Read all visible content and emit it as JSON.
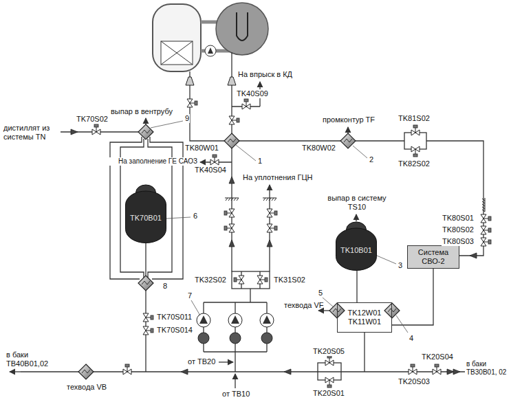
{
  "diagram": {
    "nodes": [
      {
        "text": [
          "TK70B01"
        ]
      },
      {
        "text": [
          "TK10B01"
        ]
      },
      {
        "text": [
          "Система СВО-2"
        ]
      },
      {
        "text": [
          "TK12W01",
          "TK11W01"
        ]
      }
    ],
    "edges": [
      {
        "from": 1,
        "to": 3,
        "arrow": "none"
      },
      {
        "from": 2,
        "to": 3,
        "arrow": "none"
      }
    ],
    "labels": [
      "На впрыск в КД",
      "TK40S09",
      "выпар в вентрубу",
      "TK70S02",
      "дистиллят из системы TN",
      "промконтур TF",
      "TK81S02",
      "TK80W01",
      "TK80W02",
      "TK82S02",
      "На заполнение ГЕ САОЗ",
      "TK40S04",
      "На уплотнения ГЦН",
      "выпар в систему TS10",
      "TK80S01",
      "TK80S02",
      "TK80S03",
      "TK32S02",
      "TK31S02",
      "техвода VF",
      "TK70S011",
      "TK70S014",
      "от TB20",
      "TK20S05",
      "TK20S04",
      "в баки TB40B01,02",
      "в баки TB30B01, 02",
      "техвода VB",
      "от TB10",
      "TK20S01",
      "TK20S03",
      "1",
      "2",
      "3",
      "4",
      "5",
      "6",
      "7",
      "8",
      "9"
    ]
  }
}
